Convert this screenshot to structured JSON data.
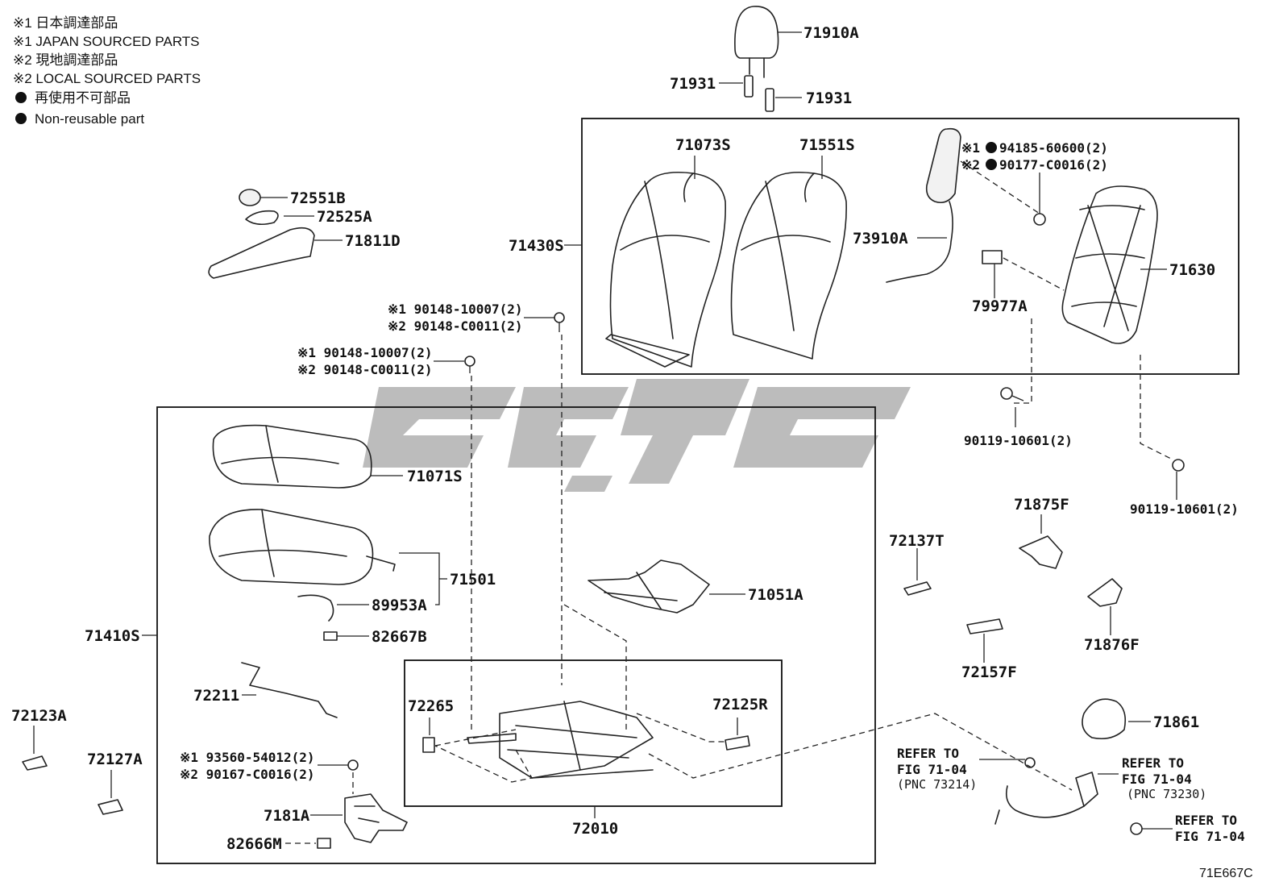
{
  "legend": {
    "line1": "※1 日本調達部品",
    "line2": "※1 JAPAN SOURCED PARTS",
    "line3": "※2 現地調達部品",
    "line4": "※2 LOCAL SOURCED PARTS",
    "line5": "再使用不可部品",
    "line6": "Non-reusable part"
  },
  "labels": {
    "p71910A": "71910A",
    "p71931a": "71931",
    "p71931b": "71931",
    "p71073S": "71073S",
    "p71551S": "71551S",
    "p94185a": "※1",
    "p94185b": "94185-60600(2)",
    "p90177a": "※2",
    "p90177b": "90177-C0016(2)",
    "p73910A": "73910A",
    "p71430S": "71430S",
    "p71630": "71630",
    "p79977A": "79977A",
    "p90119a": "90119-10601(2)",
    "p90119b": "90119-10601(2)",
    "p72551B": "72551B",
    "p72525A": "72525A",
    "p71811D": "71811D",
    "p90148a1": "※1 90148-10007(2)",
    "p90148a2": "※2 90148-C0011(2)",
    "p90148b1": "※1 90148-10007(2)",
    "p90148b2": "※2 90148-C0011(2)",
    "p71071S": "71071S",
    "p71501": "71501",
    "p89953A": "89953A",
    "p82667B": "82667B",
    "p71410S": "71410S",
    "p71051A": "71051A",
    "p72211": "72211",
    "p72265": "72265",
    "p72125R": "72125R",
    "p93560a": "※1 93560-54012(2)",
    "p93560b": "※2 90167-C0016(2)",
    "p7181A": "7181A",
    "p82666M": "82666M",
    "p72010": "72010",
    "p72123A": "72123A",
    "p72127A": "72127A",
    "p72137T": "72137T",
    "p71875F": "71875F",
    "p71876F": "71876F",
    "p72157F": "72157F",
    "p71861": "71861",
    "ref1a": "REFER TO",
    "ref1b": "FIG 71-04",
    "ref1c": "(PNC 73214)",
    "ref2a": "REFER TO",
    "ref2b": "FIG 71-04",
    "ref2c": "(PNC 73230)",
    "ref3a": "REFER TO",
    "ref3b": "FIG 71-04",
    "figcode": "71E667C"
  }
}
